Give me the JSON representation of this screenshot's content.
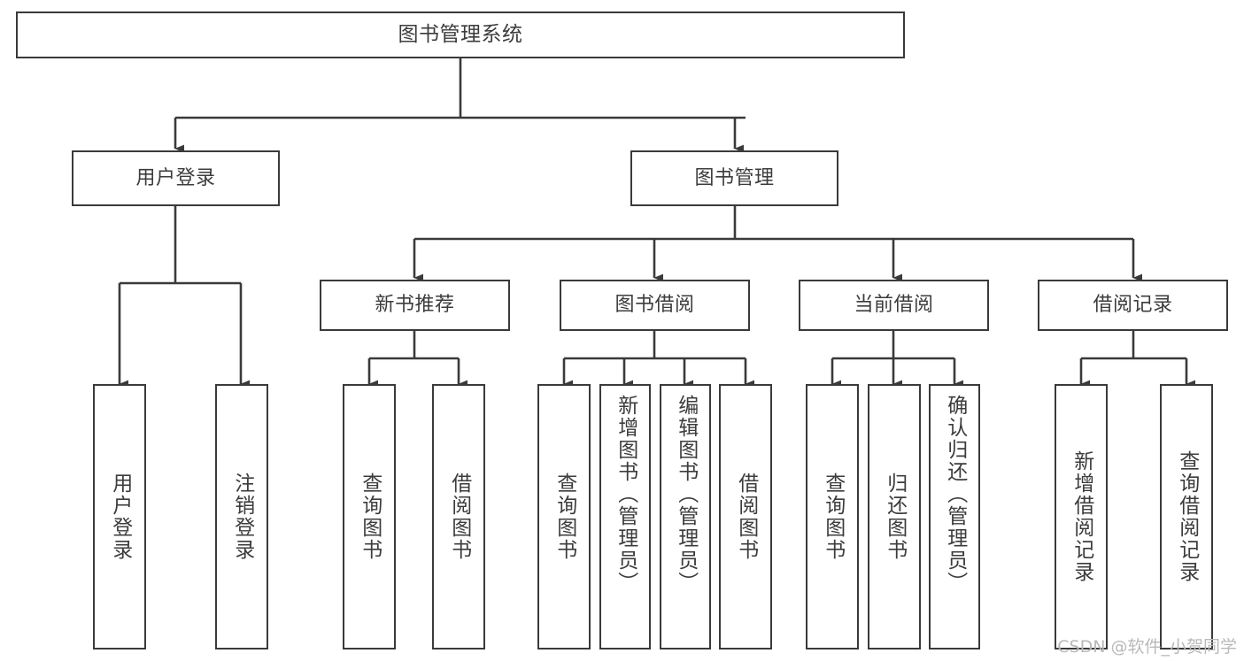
{
  "diagram": {
    "title": "图书管理系统",
    "type": "tree",
    "watermark": "CSDN @软件_小贺同学",
    "colors": {
      "border": "#3a3a3a",
      "text": "#3c3c3c",
      "background": "#ffffff",
      "watermark": "#b9b9b9"
    },
    "nodes": {
      "root": {
        "label": "图书管理系统"
      },
      "level2": [
        {
          "id": "user-login",
          "label": "用户登录"
        },
        {
          "id": "book-management",
          "label": "图书管理"
        }
      ],
      "level3": [
        {
          "id": "new-book-recommend",
          "label": "新书推荐"
        },
        {
          "id": "book-borrow",
          "label": "图书借阅"
        },
        {
          "id": "current-borrow",
          "label": "当前借阅"
        },
        {
          "id": "borrow-record",
          "label": "借阅记录"
        }
      ],
      "leaves": {
        "user_login": [
          {
            "id": "leaf-user-login",
            "label": "用户登录"
          },
          {
            "id": "leaf-logout-login",
            "label": "注销登录"
          }
        ],
        "new_book_recommend": [
          {
            "id": "leaf-query-book-1",
            "label": "查询图书"
          },
          {
            "id": "leaf-borrow-book-1",
            "label": "借阅图书"
          }
        ],
        "book_borrow": [
          {
            "id": "leaf-query-book-2",
            "label": "查询图书"
          },
          {
            "id": "leaf-add-book",
            "label": "新增图书（管理员）"
          },
          {
            "id": "leaf-edit-book",
            "label": "编辑图书（管理员）"
          },
          {
            "id": "leaf-borrow-book-2",
            "label": "借阅图书"
          }
        ],
        "current_borrow": [
          {
            "id": "leaf-query-book-3",
            "label": "查询图书"
          },
          {
            "id": "leaf-return-book",
            "label": "归还图书"
          },
          {
            "id": "leaf-confirm-return",
            "label": "确认归还（管理员）"
          }
        ],
        "borrow_record": [
          {
            "id": "leaf-add-record",
            "label": "新增借阅记录"
          },
          {
            "id": "leaf-query-record",
            "label": "查询借阅记录"
          }
        ]
      }
    }
  }
}
